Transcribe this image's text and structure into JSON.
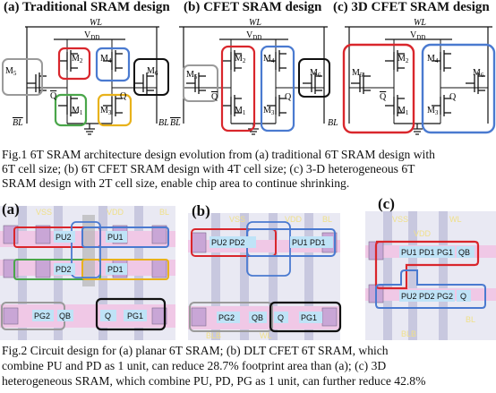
{
  "figure1": {
    "panels": [
      {
        "title": "(a) Traditional SRAM design"
      },
      {
        "title": "(b) CFET SRAM design"
      },
      {
        "title": "(c) 3D CFET SRAM design"
      }
    ],
    "labels": {
      "wl": "WL",
      "vdd": "V",
      "vdd_sub": "DD",
      "bl": "BL",
      "blb": "BL",
      "m1": "M",
      "m2": "M",
      "m3": "M",
      "m4": "M",
      "m5": "M",
      "m6": "M",
      "sub1": "1",
      "sub2": "2",
      "sub3": "3",
      "sub4": "4",
      "sub5": "5",
      "sub6": "6",
      "q": "Q",
      "qb": "Q"
    },
    "caption": [
      "Fig.1 6T SRAM architecture design evolution from (a) traditional 6T SRAM design with",
      "6T cell size; (b) 6T CFET SRAM design with 4T cell size; (c) 3-D heterogeneous 6T",
      "SRAM design with 2T cell size, enable chip area to continue shrinking."
    ]
  },
  "figure2": {
    "panel_labels": [
      "(a)",
      "(b)",
      "(c)"
    ],
    "layout_a": {
      "pu2": "PU2",
      "pu1": "PU1",
      "pd2": "PD2",
      "pd1": "PD1",
      "pg2": "PG2",
      "qb": "QB",
      "q": "Q",
      "pg1": "PG1",
      "vdd": "VDD",
      "vss": "VSS",
      "bl": "BL"
    },
    "layout_b": {
      "pupd2": "PU2 PD2",
      "pupd1": "PU1 PD1",
      "pg2": "PG2",
      "qb": "QB",
      "q": "Q",
      "pg1": "PG1",
      "vss": "VSS",
      "vdd": "VDD",
      "bl": "BL",
      "blb": "BLB",
      "wl": "WL"
    },
    "layout_c": {
      "top": "PU1 PD1 PG1",
      "qb": "QB",
      "bottom": "PU2 PD2 PG2",
      "q": "Q",
      "vss": "VSS",
      "vdd": "VDD",
      "wl": "WL",
      "bl": "BL",
      "blb": "BLB"
    },
    "caption": [
      "Fig.2 Circuit design for (a) planar 6T SRAM; (b) DLT CFET 6T SRAM, which",
      "combine PU and PD as 1 unit, can reduce 28.7% footprint area than (a); (c) 3D",
      "heterogeneous SRAM, which combine PU, PD, PG as 1 unit, can further reduce 42.8%"
    ]
  }
}
